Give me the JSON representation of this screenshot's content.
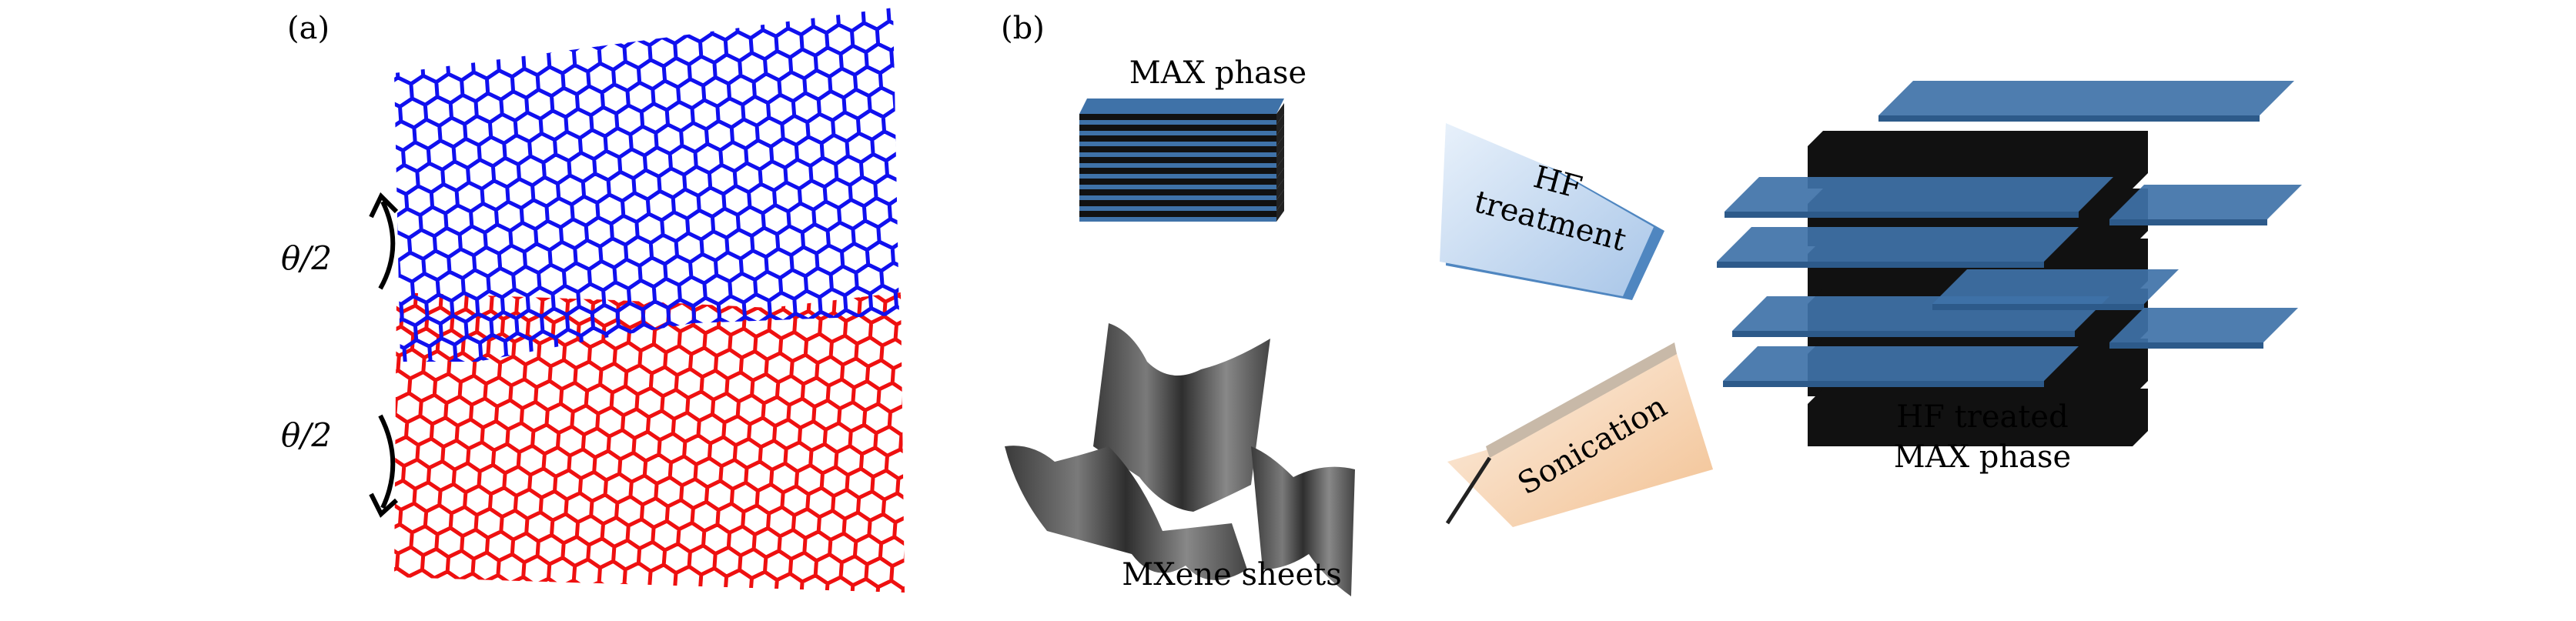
{
  "panel_a": {
    "label": "(a)",
    "rotation_top_label": "θ/2",
    "rotation_bottom_label": "θ/2",
    "colors": {
      "top_layer": "#1010ee",
      "bottom_layer": "#ee1010"
    }
  },
  "panel_b": {
    "label": "(b)",
    "max_phase_label": "MAX phase",
    "hf_arrow_line1": "HF",
    "hf_arrow_line2": "treatment",
    "sonication_label": "Sonication",
    "mxene_label": "MXene sheets",
    "hf_treated_line1": "HF treated",
    "hf_treated_line2": "MAX phase",
    "colors": {
      "layer_blue": "#3f72a8",
      "layer_black": "#111111",
      "hf_arrow": "#c9dcf2",
      "sonication_arrow": "#f6d2b0",
      "sheet": "#5a5a5a"
    }
  }
}
